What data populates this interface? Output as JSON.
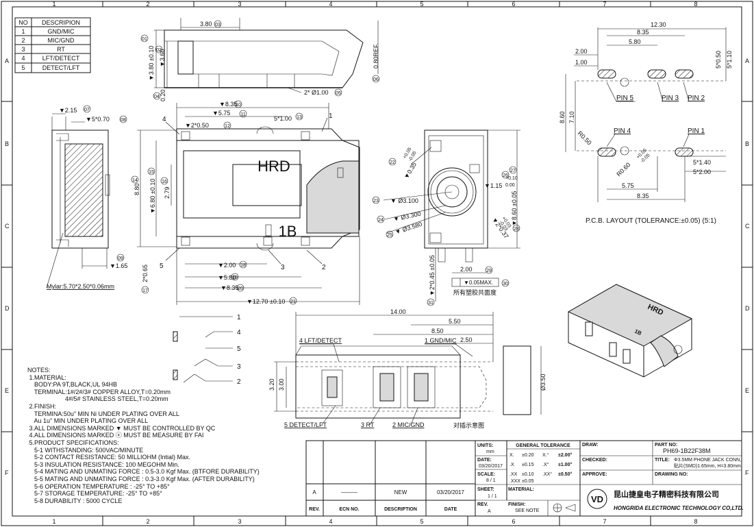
{
  "grid": {
    "columns": [
      "1",
      "2",
      "3",
      "4",
      "5",
      "6",
      "7",
      "8"
    ],
    "rows": [
      "A",
      "B",
      "C",
      "D",
      "E",
      "F"
    ]
  },
  "pin_table": {
    "headers": [
      "NO",
      "DESCRIPION"
    ],
    "rows": [
      [
        "1",
        "GND/MIC"
      ],
      [
        "2",
        "MIC/GND"
      ],
      [
        "3",
        "RT"
      ],
      [
        "4",
        "LFT/DETECT"
      ],
      [
        "5",
        "DETECT/LFT"
      ]
    ]
  },
  "top_view": {
    "dims": [
      "3.80",
      "▼3.80 ±0.10",
      "▼3.60",
      "0.80REF.",
      "2* Ø1.00",
      "0.20"
    ],
    "balloons": [
      "01",
      "02",
      "03",
      "04",
      "05",
      "06"
    ]
  },
  "side_view": {
    "dims": [
      "▼2.15",
      "▼5*0.70",
      "▼1.65"
    ],
    "balloons": [
      "07",
      "08",
      "09"
    ],
    "mylar": "Mylar:5.70*2.50*0.06mm"
  },
  "front_view": {
    "brand": "HRD",
    "code": "1B",
    "dims": [
      "▼8.35",
      "▼5.75",
      "5*1.00",
      "▼2*0.50",
      "8.80",
      "▼6.80 ±0.10",
      "2.79",
      "▼2.00",
      "▼5.80",
      "▼8.35",
      "▼12.70 ±0.10",
      "2*0.65"
    ],
    "balloons": [
      "10",
      "11",
      "13",
      "12",
      "14",
      "15",
      "16",
      "18",
      "19",
      "20",
      "21",
      "17"
    ],
    "pin_labels": [
      "1",
      "2",
      "3",
      "4",
      "5"
    ]
  },
  "end_view": {
    "dims": [
      "▼0.35",
      "▼1.15",
      "▼ Ø3.100",
      "▼ Ø3.300",
      "▼ Ø3.580",
      "▼2*0.37",
      "▼8.60 ±0.05",
      "▼2*0.45 ±0.05",
      "2.00",
      "▼0.05MAX."
    ],
    "tolerances": [
      "+0.05",
      "-0.05",
      "+0.10",
      "0.00",
      "+0.03",
      "-0.03"
    ],
    "balloons": [
      "22",
      "26",
      "23",
      "24",
      "25",
      "28",
      "27",
      "31",
      "29",
      "30"
    ],
    "note": "所有塑胶共面度"
  },
  "pcb_layout": {
    "dims": [
      "12.30",
      "8.35",
      "5.80",
      "2.00",
      "1.00",
      "5*0.50",
      "5*1.10",
      "8.60",
      "7.10",
      "R0.50",
      "R0.60",
      "5*1.40",
      "5*2.00",
      "5.75",
      "8.35"
    ],
    "tolerances": [
      "+0.05",
      "-0.05"
    ],
    "pins": [
      "PIN 5",
      "PIN 3",
      "PIN 2",
      "PIN 4",
      "PIN 1"
    ],
    "caption": "P.C.B. LAYOUT (TOLERANCE:±0.05) (5:1)"
  },
  "schematic": {
    "labels": [
      "1",
      "4",
      "5",
      "3",
      "2"
    ]
  },
  "insertion_view": {
    "dims": [
      "14.00",
      "5.50",
      "8.50",
      "2.50",
      "3.20",
      "3.00",
      "Ø3.50"
    ],
    "labels": [
      "4 LFT/DETECT",
      "1 GND/MIC",
      "5 DETECT/LFT",
      "3 RT",
      "2 MIC/GND"
    ],
    "caption": "对插示意图"
  },
  "notes": [
    "NOTES:",
    " 1.MATERIAL:",
    "    BODY:PA 9T,BLACK,UL 94HB",
    "    TERMINAL:1#/2#/3# COPPER ALLOY,T=0.20mm",
    "                      4#/5# STAINLESS STEEL,T=0.20mm",
    " 2.FINISH:",
    "    TERMINA:50u\" MIN Ni UNDER PLATING OVER ALL",
    "    Au 1u\" MIN UNDER PLATING OVER ALL",
    " 3.ALL DIMENSIONS MARKED ▼ MUST BE CONTROLLED BY QC",
    " 4.ALL DIMENSIONS MARKED ⓧ MUST BE MEASURE BY FAI",
    " 5.PRODUCT SPECIFICATIONS:",
    "    5-1 WITHSTANDING: 500VAC/MINUTE",
    "    5-2 CONTACT RESISTANCE: 50 MILLIOHM (Intial) Max.",
    "    5-3 INSULATION RESISTANCE: 100 MEGOHM Min.",
    "    5-4 MATING AND UNMATING FORCE : 0.5-3.0 Kgf Max. (BTFORE DURABILITY)",
    "    5-5 MATING AND UNMATING FORCE : 0.3-3.0 Kgf Max. (AFTER DURABILITY)",
    "    5-6 OPERATION TEMPERATURE : -25° TO +85°",
    "    5-7 STORAGE TEMPERATURE: -25° TO +85°",
    "    5-8 DURABILITY : 5000 CYCLE"
  ],
  "revision": {
    "headers": [
      "REV.",
      "ECN NO.",
      "DESCRIPTION",
      "DATE"
    ],
    "row": [
      "A",
      "———",
      "NEW",
      "03/20/2017"
    ]
  },
  "title_block": {
    "units_label": "UNITS:",
    "units": "mm",
    "date_label": "DATE:",
    "date": "03/20/2017",
    "scale_label": "SCALE:",
    "scale": "8 / 1",
    "sheet_label": "SHEET:",
    "sheet": "1 / 1",
    "rev_label": "REV.",
    "rev": "A",
    "tolerance_header": "GENERAL TOLERANCE",
    "tolerances": [
      [
        "X.",
        "±0.20",
        "X.°",
        "±2.00°"
      ],
      [
        ".X",
        "±0.15",
        ".X°",
        "±1.00°"
      ],
      [
        ".XX",
        "±0.10",
        ".XX°",
        "±0.50°"
      ],
      [
        ".XXX",
        "±0.05",
        "",
        ""
      ]
    ],
    "material_label": "MATERIAL:",
    "finish_label": "FINISH:",
    "finish": "SEE NOTE",
    "draw_label": "DRAW:",
    "checked_label": "CHECKED:",
    "approve_label": "APPROVE:",
    "part_no_label": "PART NO:",
    "part_no": "PH69-1B22F38M",
    "title_label": "TITLE:",
    "title_line1": "Φ3.5MM PHONE JACK CONN,",
    "title_line2": "贴片(SMD)1.65mm, H=3.80mm",
    "drawing_no_label": "DRAWING NO:",
    "company_cn": "昆山捷皇电子精密科技有限公司",
    "company_en": "HONGRIDA ELECTRONIC TECHNOLOGY CO,LTD."
  }
}
